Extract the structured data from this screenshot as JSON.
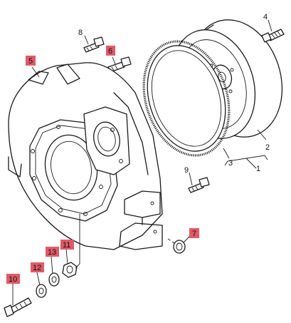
{
  "callouts": {
    "c1": "1",
    "c2": "2",
    "c3": "3",
    "c4": "4",
    "c5": "5",
    "c6": "6",
    "c7": "7",
    "c8": "8",
    "c9": "9",
    "c10": "10",
    "c11": "11",
    "c12": "12",
    "c13": "13"
  },
  "highlight_color": "#e05a67"
}
